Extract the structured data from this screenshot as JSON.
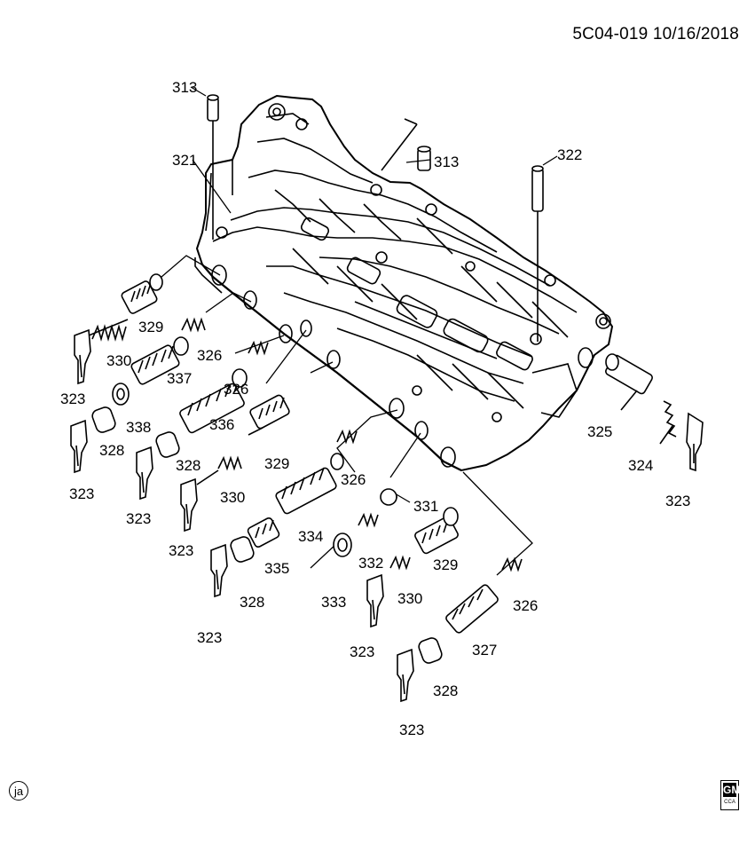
{
  "header": {
    "drawing_id": "5C04-019 10/16/2018"
  },
  "footer": {
    "figure_code": "ja",
    "brand_mark_main": "GM",
    "brand_mark_sub": "CCA"
  },
  "labels": {
    "p313a": "313",
    "p313b": "313",
    "p321": "321",
    "p322": "322",
    "p329a": "329",
    "p330a": "330",
    "p326a": "326",
    "p337": "337",
    "p323a": "323",
    "p338": "338",
    "p326b": "326",
    "p336": "336",
    "p323b": "323",
    "p328a": "328",
    "p328b": "328",
    "p329b": "329",
    "p323c": "323",
    "p330b": "330",
    "p326c": "326",
    "p323d": "323",
    "p334": "334",
    "p331": "331",
    "p335": "335",
    "p332": "332",
    "p328c": "328",
    "p329c": "329",
    "p333": "333",
    "p330c": "330",
    "p323e": "323",
    "p326d": "326",
    "p323f": "323",
    "p327": "327",
    "p328d": "328",
    "p323g": "323",
    "p325": "325",
    "p324": "324",
    "p323h": "323"
  }
}
